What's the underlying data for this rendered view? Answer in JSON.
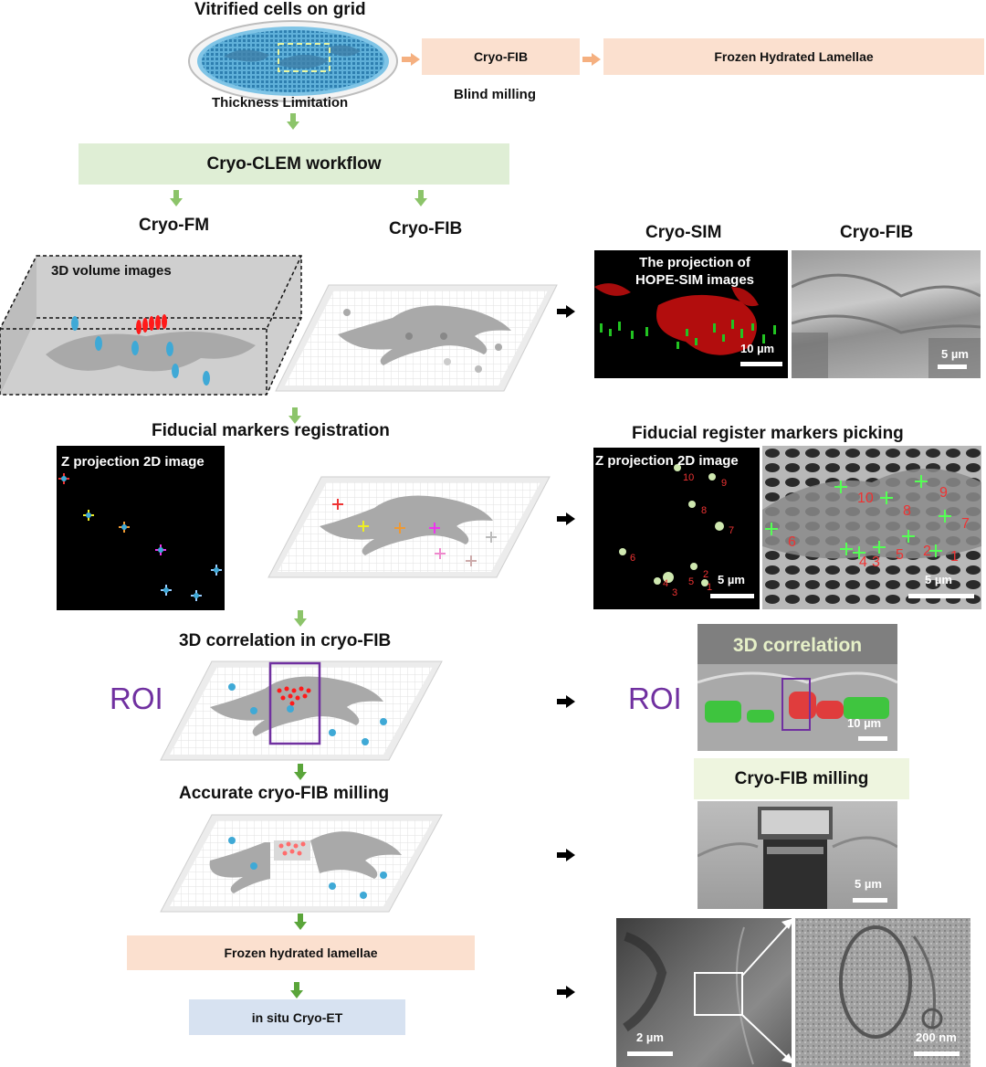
{
  "top": {
    "title": "Vitrified cells on grid",
    "thickness": "Thickness Limitation",
    "cryofib_box": "Cryo-FIB",
    "blind": "Blind milling",
    "lamellae_box": "Frozen Hydrated Lamellae"
  },
  "workflow": {
    "title": "Cryo-CLEM workflow",
    "cryofm": "Cryo-FM",
    "cryofib": "Cryo-FIB",
    "volume_label": "3D volume images"
  },
  "right1": {
    "sim_title": "Cryo-SIM",
    "fib_title": "Cryo-FIB",
    "projection_text": "The projection of HOPE-SIM images",
    "scale_sim": "10 µm",
    "scale_fib": "5 µm"
  },
  "fiducial": {
    "title": "Fiducial markers registration",
    "zproj": "Z projection 2D image",
    "picking_title": "Fiducial register markers picking",
    "zproj_right": "Z projection 2D image",
    "scale_left": "5 µm",
    "scale_right": "5 µm",
    "numbers": [
      "10",
      "9",
      "8",
      "7",
      "6",
      "5",
      "4",
      "3",
      "2",
      "1"
    ]
  },
  "correlation": {
    "title": "3D correlation in cryo-FIB",
    "roi_left": "ROI",
    "roi_right": "ROI",
    "corr_title": "3D correlation",
    "scale": "10 µm"
  },
  "milling": {
    "title": "Accurate cryo-FIB milling",
    "box_title": "Cryo-FIB milling",
    "scale": "5 µm"
  },
  "bottom": {
    "lamellae": "Frozen hydrated lamellae",
    "cryoet": "in situ Cryo-ET",
    "scale_left": "2 µm",
    "scale_right": "200 nm"
  },
  "colors": {
    "peach": "#fbe0cf",
    "green_box": "#dfeed5",
    "blue_box": "#d7e2f1",
    "arrow_green": "#8cc46a",
    "roi_purple": "#7030a0",
    "marker_blue": "#3fa9d6",
    "marker_red": "#ff1a1a"
  }
}
